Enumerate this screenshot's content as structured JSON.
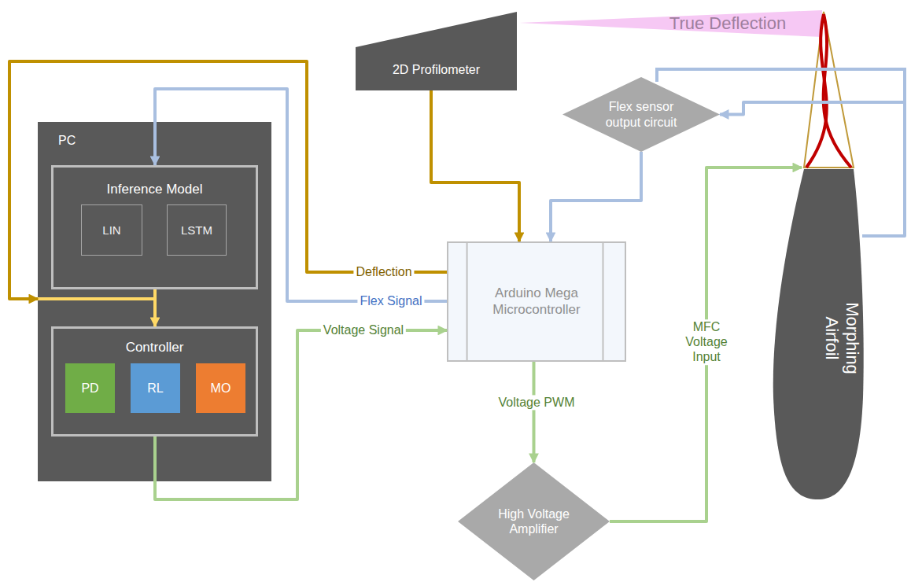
{
  "diagram": {
    "nodes": [
      {
        "text": [
          "PC"
        ]
      },
      {
        "text": [
          "Inference Model"
        ],
        "in": 0
      },
      {
        "text": [
          "LIN"
        ],
        "in": 1
      },
      {
        "text": [
          "LSTM"
        ],
        "in": 1
      },
      {
        "text": [
          "Controller"
        ],
        "in": 0
      },
      {
        "text": [
          "PD"
        ],
        "in": 4
      },
      {
        "text": [
          "RL"
        ],
        "in": 4
      },
      {
        "text": [
          "MO"
        ],
        "in": 4
      },
      {
        "text": [
          "2D Profilometer"
        ]
      },
      {
        "text": [
          "Flex sensor output circuit"
        ]
      },
      {
        "text": [
          "Arduino Mega Microcontroller"
        ]
      },
      {
        "text": [
          "High Voltage Amplifier"
        ]
      },
      {
        "text": [
          "Morphing Airfoil"
        ]
      }
    ],
    "edges": [
      {
        "from": 8,
        "to": 10,
        "arrow": "to"
      },
      {
        "from": 9,
        "to": 10,
        "arrow": "to"
      },
      {
        "from": 10,
        "to": 0,
        "label": "Deflection",
        "arrow": "to"
      },
      {
        "from": 10,
        "to": 1,
        "label": "Flex Signal",
        "arrow": "to"
      },
      {
        "from": 1,
        "to": 4,
        "arrow": "to"
      },
      {
        "from": 4,
        "to": 10,
        "label": "Voltage Signal",
        "arrow": "to"
      },
      {
        "from": 10,
        "to": 11,
        "label": "Voltage PWM",
        "arrow": "to"
      },
      {
        "from": 11,
        "to": 12,
        "label": "MFC Voltage Input",
        "arrow": "to"
      },
      {
        "from": 12,
        "to": 9,
        "arrow": "to"
      }
    ],
    "labels": [
      "True Deflection"
    ]
  }
}
